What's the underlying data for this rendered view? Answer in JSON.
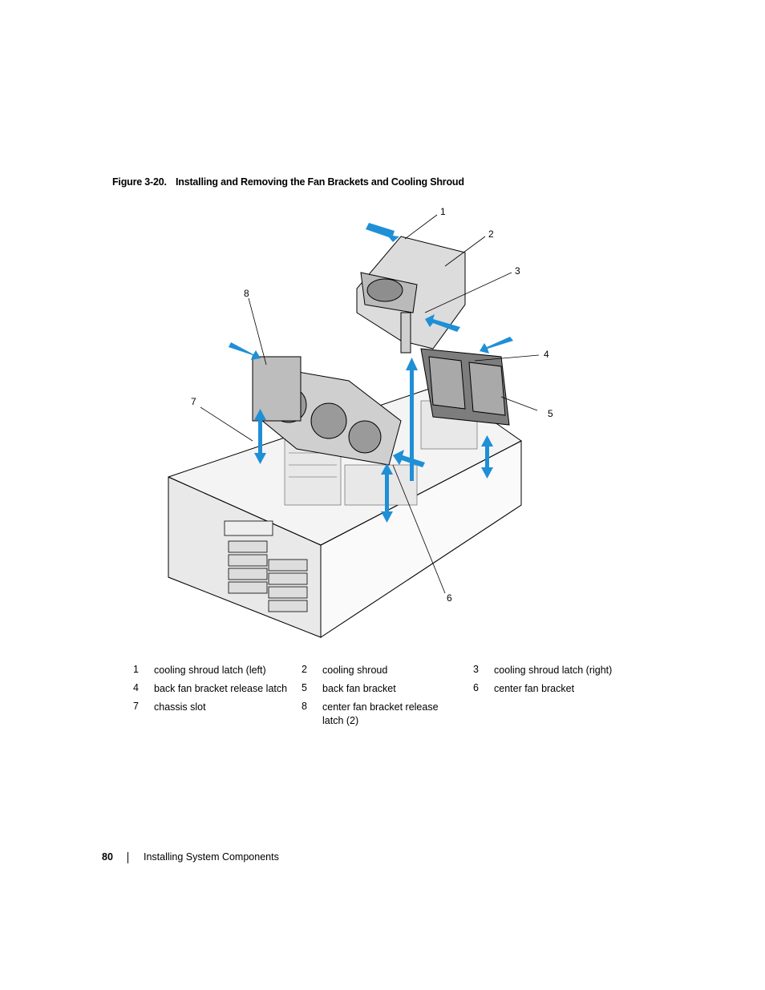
{
  "caption": {
    "figure_number": "Figure 3-20.",
    "title": "Installing and Removing the Fan Brackets and Cooling Shroud"
  },
  "callouts": [
    "1",
    "2",
    "3",
    "4",
    "5",
    "6",
    "7",
    "8"
  ],
  "legend": [
    [
      {
        "num": "1",
        "text": "cooling shroud latch (left)"
      },
      {
        "num": "2",
        "text": "cooling shroud"
      },
      {
        "num": "3",
        "text": "cooling shroud latch (right)"
      }
    ],
    [
      {
        "num": "4",
        "text": "back fan bracket release latch"
      },
      {
        "num": "5",
        "text": "back fan bracket"
      },
      {
        "num": "6",
        "text": "center fan bracket"
      }
    ],
    [
      {
        "num": "7",
        "text": "chassis slot"
      },
      {
        "num": "8",
        "text": "center fan bracket release latch (2)"
      }
    ]
  ],
  "footer": {
    "page_number": "80",
    "section_title": "Installing System Components"
  },
  "colors": {
    "arrow": "#1f8fd6",
    "line": "#000000",
    "shroud": "#cfcfcf",
    "bracket": "#8a8a8a"
  }
}
